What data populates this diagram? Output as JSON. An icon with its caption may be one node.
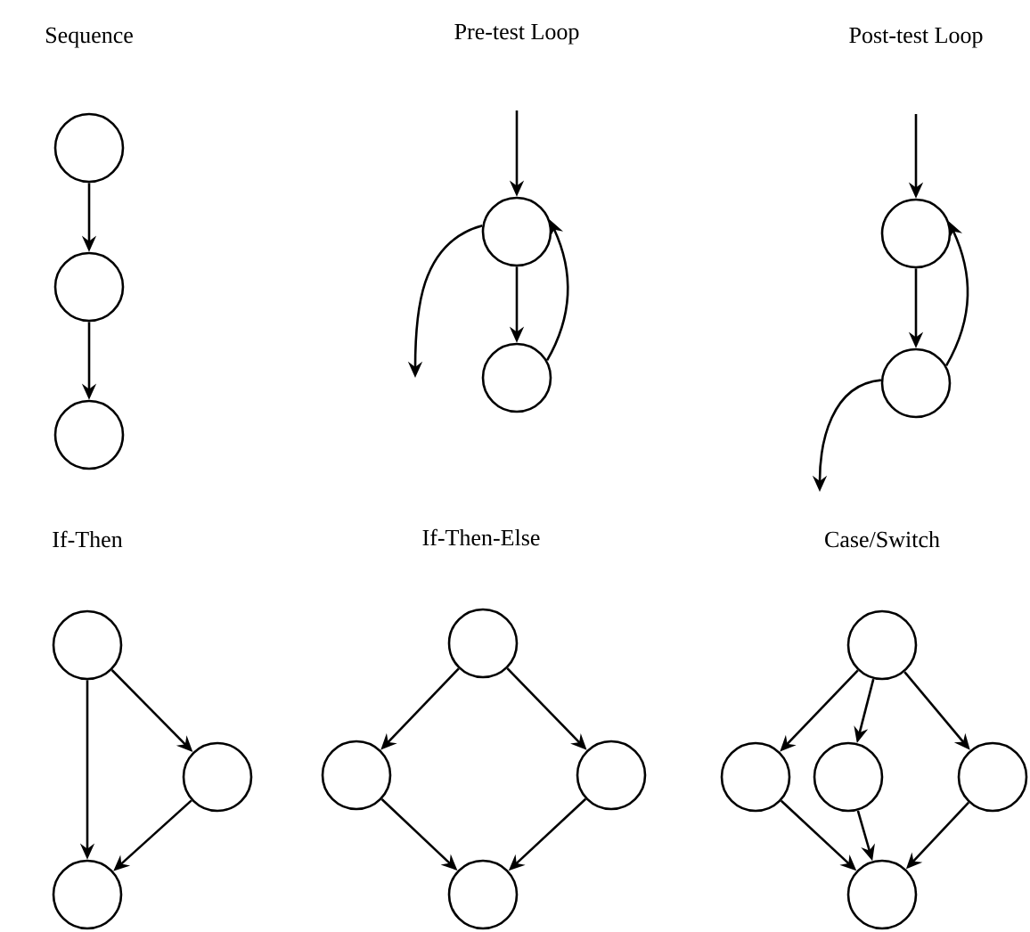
{
  "diagram": {
    "nodes": [
      {
        "text": [],
        "shape": "circle"
      },
      {
        "text": [],
        "shape": "circle"
      },
      {
        "text": [],
        "shape": "circle"
      },
      {
        "text": [],
        "shape": "circle"
      },
      {
        "text": [],
        "shape": "circle"
      },
      {
        "text": [],
        "shape": "circle"
      },
      {
        "text": [],
        "shape": "circle"
      },
      {
        "text": [],
        "shape": "circle"
      },
      {
        "text": [],
        "shape": "circle"
      },
      {
        "text": [],
        "shape": "circle"
      },
      {
        "text": [],
        "shape": "circle"
      },
      {
        "text": [],
        "shape": "circle"
      },
      {
        "text": [],
        "shape": "circle"
      },
      {
        "text": [],
        "shape": "circle"
      },
      {
        "text": [],
        "shape": "circle"
      },
      {
        "text": [],
        "shape": "circle"
      },
      {
        "text": [],
        "shape": "circle"
      },
      {
        "text": [],
        "shape": "circle"
      },
      {
        "text": [],
        "shape": "circle"
      }
    ],
    "edges": [
      {
        "from": 0,
        "to": 1,
        "arrow": "to"
      },
      {
        "from": 1,
        "to": 2,
        "arrow": "to"
      },
      {
        "from": null,
        "to": 3,
        "arrow": "to"
      },
      {
        "from": 3,
        "to": 4,
        "arrow": "to"
      },
      {
        "from": 4,
        "to": 3,
        "arrow": "to"
      },
      {
        "from": 3,
        "to": null,
        "arrow": "to"
      },
      {
        "from": null,
        "to": 5,
        "arrow": "to"
      },
      {
        "from": 5,
        "to": 6,
        "arrow": "to"
      },
      {
        "from": 6,
        "to": 5,
        "arrow": "to"
      },
      {
        "from": 6,
        "to": null,
        "arrow": "to"
      },
      {
        "from": 7,
        "to": 8,
        "arrow": "to"
      },
      {
        "from": 7,
        "to": 9,
        "arrow": "to"
      },
      {
        "from": 8,
        "to": 9,
        "arrow": "to"
      },
      {
        "from": 10,
        "to": 11,
        "arrow": "to"
      },
      {
        "from": 10,
        "to": 12,
        "arrow": "to"
      },
      {
        "from": 11,
        "to": 13,
        "arrow": "to"
      },
      {
        "from": 12,
        "to": 13,
        "arrow": "to"
      },
      {
        "from": 14,
        "to": 15,
        "arrow": "to"
      },
      {
        "from": 14,
        "to": 16,
        "arrow": "to"
      },
      {
        "from": 14,
        "to": 17,
        "arrow": "to"
      },
      {
        "from": 15,
        "to": 18,
        "arrow": "to"
      },
      {
        "from": 16,
        "to": 18,
        "arrow": "to"
      },
      {
        "from": 17,
        "to": 18,
        "arrow": "to"
      }
    ],
    "labels": [
      "Sequence",
      "Pre-test Loop",
      "Post-test Loop",
      "If-Then",
      "If-Then-Else",
      "Case/Switch"
    ]
  }
}
